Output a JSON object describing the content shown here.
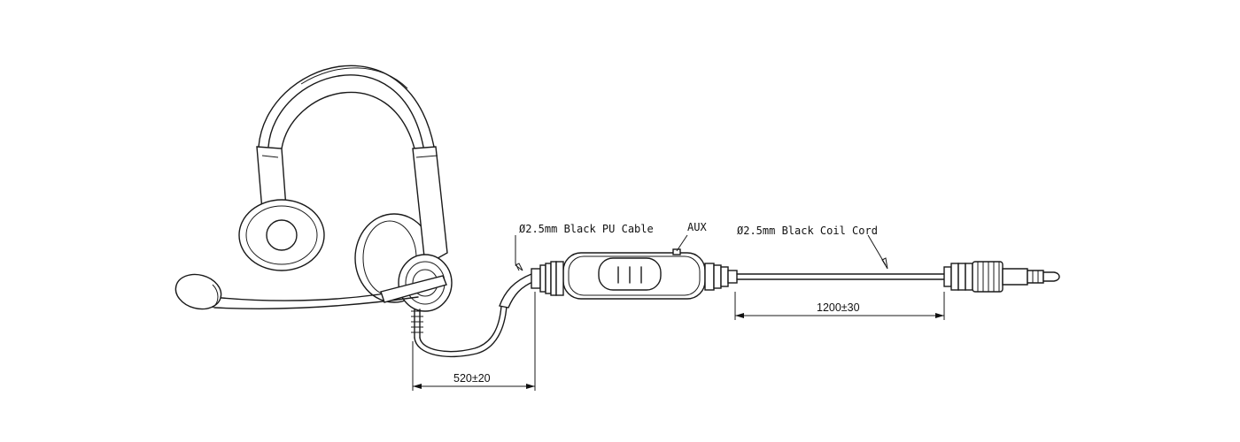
{
  "labels": {
    "pu_cable": "Ø2.5mm Black PU Cable",
    "aux": "AUX",
    "coil_cord": "Ø2.5mm Black Coil Cord"
  },
  "dimensions": {
    "cable_length": "520±20",
    "cord_length": "1200±30"
  },
  "icons": [
    "headset-drawing",
    "inline-control-box",
    "plug-connector"
  ]
}
